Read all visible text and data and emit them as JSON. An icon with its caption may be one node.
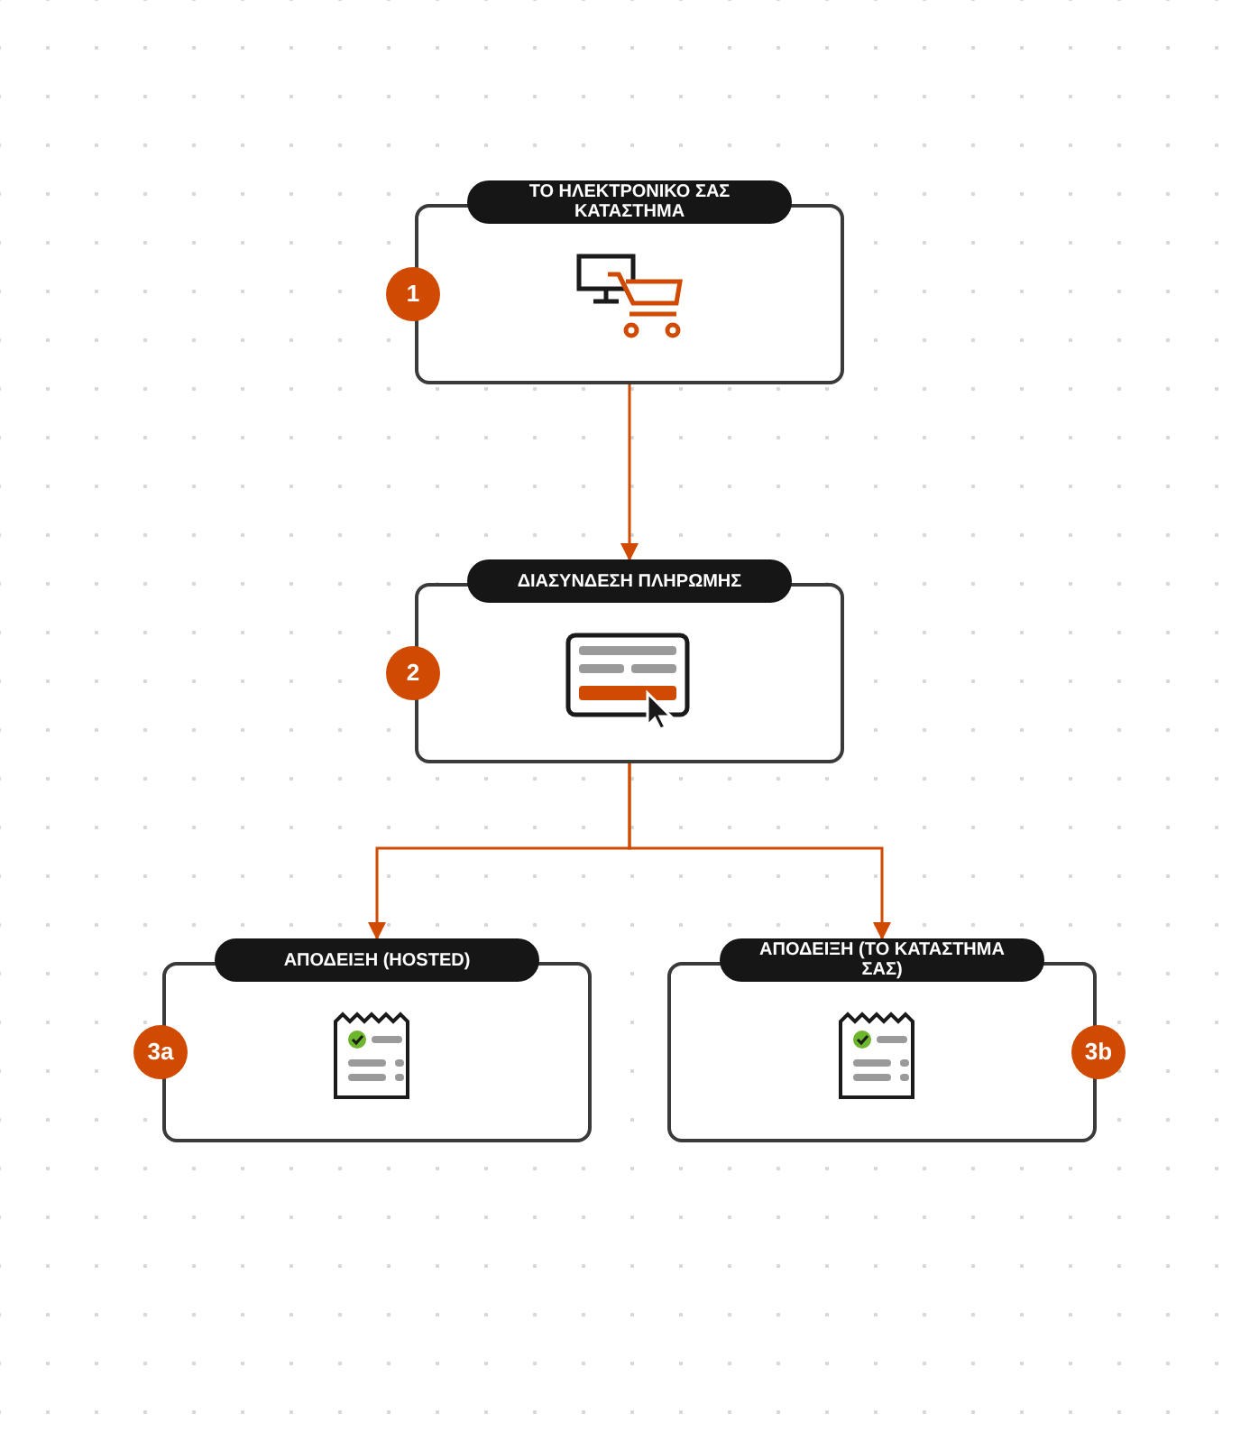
{
  "diagram": {
    "nodes": [
      {
        "text": [
          "ΤΟ ΗΛΕΚΤΡΟΝΙΚΟ ΣΑΣ ΚΑΤΑΣΤΗΜΑ"
        ],
        "beside": [
          "1"
        ]
      },
      {
        "text": [
          "ΔΙΑΣΥΝΔΕΣΗ ΠΛΗΡΩΜΗΣ"
        ],
        "beside": [
          "2"
        ]
      },
      {
        "text": [
          "ΑΠΟΔΕΙΞΗ (HOSTED)"
        ],
        "beside": [
          "3a"
        ]
      },
      {
        "text": [
          "ΑΠΟΔΕΙΞΗ (ΤΟ ΚΑΤΑΣΤΗΜΑ ΣΑΣ)"
        ],
        "beside": [
          "3b"
        ]
      }
    ],
    "edges": [
      {
        "from": 0,
        "to": 1,
        "arrow": "to"
      },
      {
        "from": 1,
        "to": 2,
        "arrow": "to"
      },
      {
        "from": 1,
        "to": 3,
        "arrow": "to"
      }
    ]
  }
}
